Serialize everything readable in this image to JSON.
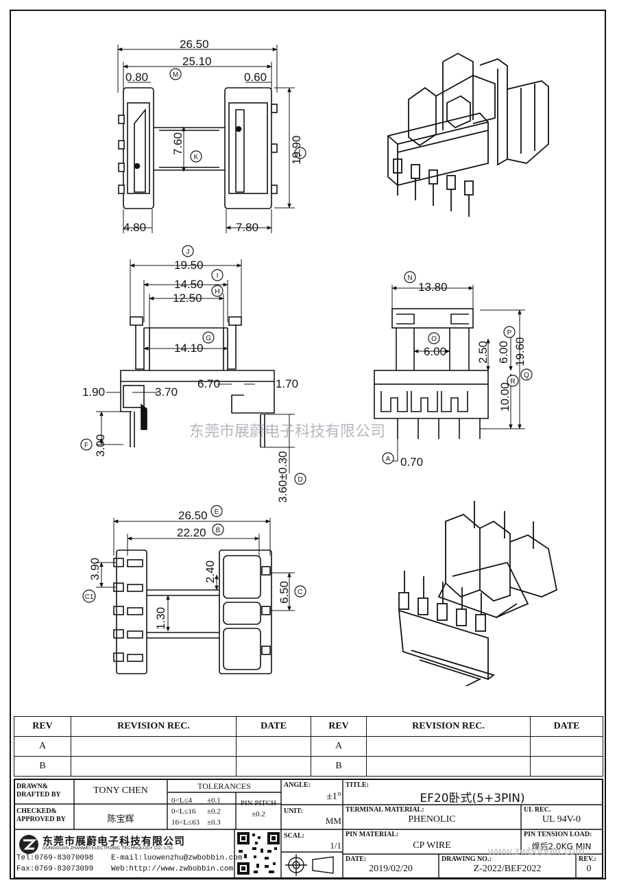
{
  "dims": {
    "top_26_50": "26.50",
    "top_25_10": "25.10",
    "top_0_80": "0.80",
    "top_0_60": "0.60",
    "top_7_60": "7.60",
    "top_19_90": "19.90",
    "top_4_80": "4.80",
    "top_7_80": "7.80",
    "mid_19_50": "19.50",
    "mid_14_50": "14.50",
    "mid_12_50": "12.50",
    "mid_14_10": "14.10",
    "mid_1_90": "1.90",
    "mid_3_70": "3.70",
    "mid_6_70": "6.70",
    "mid_1_70": "1.70",
    "mid_3_00": "3.00",
    "mid_3_60": "3.60±0.30",
    "side_13_80": "13.80",
    "side_6_00": "6.00",
    "side_2_50": "2.50",
    "side_6_00b": "6.00",
    "side_19_60": "19.60",
    "side_10_00": "10.00",
    "side_0_70": "0.70",
    "bot_26_50": "26.50",
    "bot_22_20": "22.20",
    "bot_3_90": "3.90",
    "bot_2_40": "2.40",
    "bot_6_50": "6.50",
    "bot_1_30": "1.30"
  },
  "markers": {
    "M": "M",
    "K": "K",
    "L": "L",
    "J": "J",
    "I": "I",
    "H": "H",
    "G": "G",
    "F": "F",
    "D": "D",
    "N": "N",
    "O": "O",
    "P": "P",
    "R": "R",
    "Q": "Q",
    "A": "A",
    "E": "E",
    "B": "B",
    "C1": "C1",
    "C": "C"
  },
  "watermark": "东莞市展蔚电子科技有限公司",
  "revision_table": {
    "headers": [
      "REV",
      "REVISION REC.",
      "DATE",
      "REV",
      "REVISION REC.",
      "DATE"
    ],
    "rows": [
      [
        "A",
        "",
        "",
        "A",
        "",
        ""
      ],
      [
        "B",
        "",
        "",
        "B",
        "",
        ""
      ]
    ]
  },
  "title_block": {
    "drawn_label": "DRAWN&\nDRAFTED BY",
    "drawn_value": "TONY CHEN",
    "checked_label": "CHECKED&\nAPPROVED BY",
    "checked_value": "陈宝辉",
    "tolerances_label": "TOLERANCES",
    "tol_rows": [
      {
        "range": "0<L≤4",
        "value": "±0.1"
      },
      {
        "range": "0<L≤16",
        "value": "±0.2"
      },
      {
        "range": "16<L≤63",
        "value": "±0.3"
      }
    ],
    "pin_pitch_label": "PIN PITCH",
    "pin_pitch_value": "±0.2",
    "angle_label": "ANGLE:",
    "angle_value": "±1°",
    "unit_label": "UNIT:",
    "unit_value": "MM",
    "scale_label": "SCAL:",
    "scale_value": "1/1",
    "title_label": "TITLE:",
    "title_value": "EF20卧式(5+3PIN)",
    "terminal_label": "TERMINAL MATERIAL:",
    "terminal_value": "PHENOLIC",
    "ul_label": "UL REC.",
    "ul_value": "UL 94V-0",
    "pin_material_label": "PIN MATERIAL:",
    "pin_material_value": "CP WIRE",
    "pin_tension_label": "PIN TENSION LOAD:",
    "pin_tension_value": "焊后2.0KG MIN",
    "date_label": "DATE:",
    "date_value": "2019/02/20",
    "drawing_no_label": "DRAWING NO.:",
    "drawing_no_value": "Z-2022/BEF2022",
    "rev_label": "REV.:",
    "rev_value": "0",
    "company_cn": "东莞市展蔚电子科技有限公司",
    "company_en": "DONGGUAN ZHANWEI ELECTRONIC TECHNOLOGY CO., LTD.",
    "tel": "Tel:0769-83070098",
    "email": "E-mail:luowenzhu@zwbobbin.com",
    "fax": "Fax:0769-83073099",
    "web": "Web:http://www.zwbobbin.com",
    "url_watermark": "www.zwbobbin.com"
  }
}
